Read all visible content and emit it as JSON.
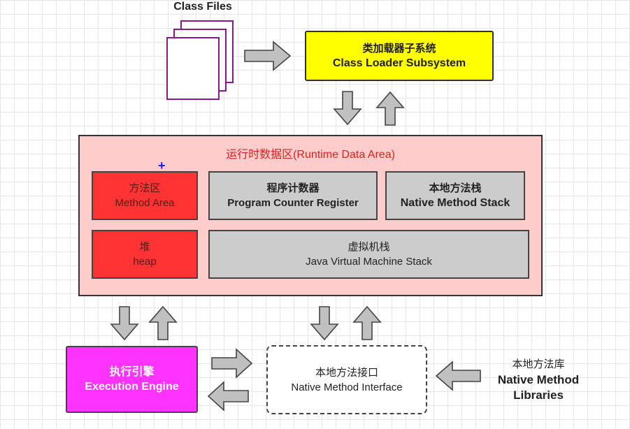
{
  "class_files": {
    "label": "Class Files"
  },
  "class_loader": {
    "zh": "类加载器子系统",
    "en": "Class Loader Subsystem"
  },
  "runtime_area": {
    "title": "运行时数据区(Runtime Data Area)",
    "method_area": {
      "zh": "方法区",
      "en": "Method Area"
    },
    "pc_register": {
      "zh": "程序计数器",
      "en": "Program Counter Register"
    },
    "native_stack": {
      "zh": "本地方法栈",
      "en": "Native Method Stack"
    },
    "heap": {
      "zh": "堆",
      "en": "heap"
    },
    "jvm_stack": {
      "zh": "虚拟机栈",
      "en": "Java Virtual Machine Stack"
    }
  },
  "execution_engine": {
    "zh": "执行引擎",
    "en": "Execution Engine"
  },
  "native_interface": {
    "zh": "本地方法接口",
    "en": "Native Method Interface"
  },
  "native_libraries": {
    "zh": "本地方法库",
    "en_line1": "Native Method",
    "en_line2": "Libraries"
  },
  "colors": {
    "class_loader_fill": "#ffff00",
    "runtime_fill": "#ffcccc",
    "runtime_title": "#e02020",
    "red_box": "#ff3333",
    "gray_box": "#cccccc",
    "engine_fill": "#ff33ff",
    "file_border": "#8a1a8a"
  }
}
